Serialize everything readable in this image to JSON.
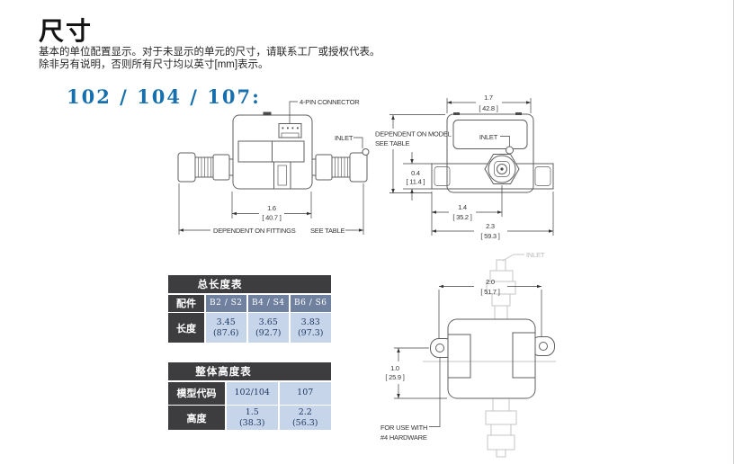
{
  "page": {
    "title": "尺寸",
    "desc_line1": "基本的单位配置显示。对于未显示的单元的尺寸，请联系工厂或授权代表。",
    "desc_line2": "除非另有说明，否则所有尺寸均以英寸[mm]表示。",
    "models_heading": "102 / 104 / 107:"
  },
  "side_view": {
    "connector_label": "4-PIN CONNECTOR",
    "inlet_label": "INLET",
    "length_dim": {
      "in": "1.6",
      "mm": "[ 40.7 ]"
    },
    "fittings_note": "DEPENDENT ON FITTINGS",
    "see_table_note": "SEE TABLE"
  },
  "end_view": {
    "width_dim": {
      "in": "1.7",
      "mm": "[ 42.8 ]"
    },
    "model_note_line1": "DEPENDENT ON MODEL",
    "model_note_line2": "SEE TABLE",
    "inlet_label": "INLET",
    "base_height_dim": {
      "in": "0.4",
      "mm": "[ 11.4 ]"
    },
    "inlet_offset_dim": {
      "in": "1.4",
      "mm": "[ 35.2 ]"
    },
    "base_width_dim": {
      "in": "2.3",
      "mm": "[ 59.3 ]"
    }
  },
  "bottom_view": {
    "inlet_label": "INLET",
    "hole_span_dim": {
      "in": "2.0",
      "mm": "[ 51.7 ]"
    },
    "hole_offset_dim": {
      "in": "1.0",
      "mm": "[ 25.9 ]"
    },
    "hardware_note_line1": "FOR USE WITH",
    "hardware_note_line2": "#4 HARDWARE"
  },
  "length_table": {
    "title": "总长度表",
    "row_header_label": "配件",
    "columns": [
      "B2 / S2",
      "B4 / S4",
      "B6 / S6"
    ],
    "length_label": "长度",
    "values": [
      {
        "in": "3.45",
        "mm": "(87.6)"
      },
      {
        "in": "3.65",
        "mm": "(92.7)"
      },
      {
        "in": "3.83",
        "mm": "(97.3)"
      }
    ]
  },
  "height_table": {
    "title": "整体高度表",
    "row_header_label": "模型代码",
    "columns": [
      "102/104",
      "107"
    ],
    "height_label": "高度",
    "values": [
      {
        "in": "1.5",
        "mm": "(38.3)"
      },
      {
        "in": "2.2",
        "mm": "(56.3)"
      }
    ]
  },
  "colors": {
    "heading_blue": "#1770ad",
    "table_header_dark": "#3d3d40",
    "table_column_slate": "#7081a0",
    "table_value_blue": "#c7d5ea",
    "table_value_text": "#1f3a63",
    "drawing_line": "#5f5f5f",
    "phantom_line": "#c6c6c6"
  }
}
